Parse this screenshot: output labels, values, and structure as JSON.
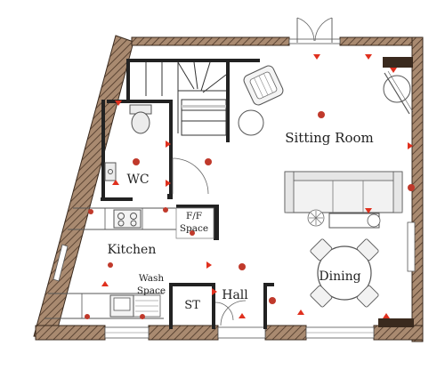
{
  "rooms": {
    "sitting_room": "Sitting Room",
    "wc": "WC",
    "ff_space_line1": "F/F",
    "ff_space_line2": "Space",
    "kitchen": "Kitchen",
    "wash_space_line1": "Wash",
    "wash_space_line2": "Space",
    "dining": "Dining",
    "hall": "Hall",
    "st": "ST"
  },
  "colors": {
    "external_wall": "#9a7b63",
    "internal_wall": "#222222",
    "marker": "#e0301e"
  }
}
